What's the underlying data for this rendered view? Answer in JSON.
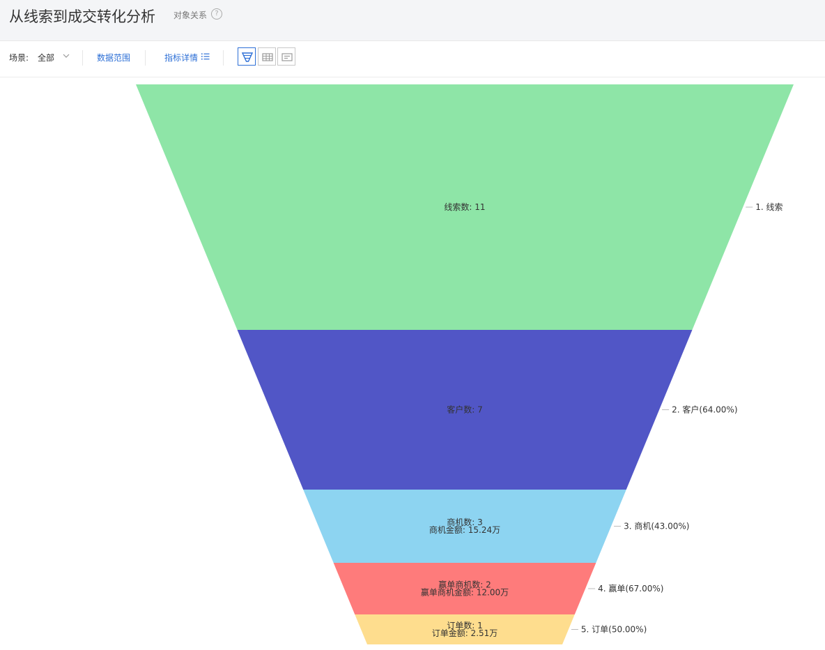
{
  "header": {
    "title": "从线索到成交转化分析",
    "subtitle": "对象关系",
    "help_icon": "question-circle-icon"
  },
  "toolbar": {
    "scene_label": "场景:",
    "scene_value": "全部",
    "data_range_label": "数据范围",
    "metric_detail_label": "指标详情",
    "views": [
      {
        "icon": "funnel-chart-icon",
        "active": true
      },
      {
        "icon": "table-icon",
        "active": false
      },
      {
        "icon": "card-icon",
        "active": false
      }
    ]
  },
  "colors": {
    "accent": "#2d6fd6"
  },
  "chart_data": {
    "type": "funnel",
    "stages": [
      {
        "name": "1. 线索",
        "label_lines": [
          "线索数: 11"
        ],
        "value": 11,
        "color": "#8ee5a7"
      },
      {
        "name": "2. 客户(64.00%)",
        "label_lines": [
          "客户数: 7"
        ],
        "value": 7,
        "color": "#5156c6"
      },
      {
        "name": "3. 商机(43.00%)",
        "label_lines": [
          "商机数: 3",
          "商机金额: 15.24万"
        ],
        "value": 3,
        "color": "#8dd4f1"
      },
      {
        "name": "4. 赢单(67.00%)",
        "label_lines": [
          "赢单商机数: 2",
          "赢单商机金额: 12.00万"
        ],
        "value": 2,
        "color": "#fe7b7b"
      },
      {
        "name": "5. 订单(50.00%)",
        "label_lines": [
          "订单数: 1",
          "订单金额: 2.51万"
        ],
        "value": 1,
        "color": "#fedd8e"
      }
    ]
  }
}
